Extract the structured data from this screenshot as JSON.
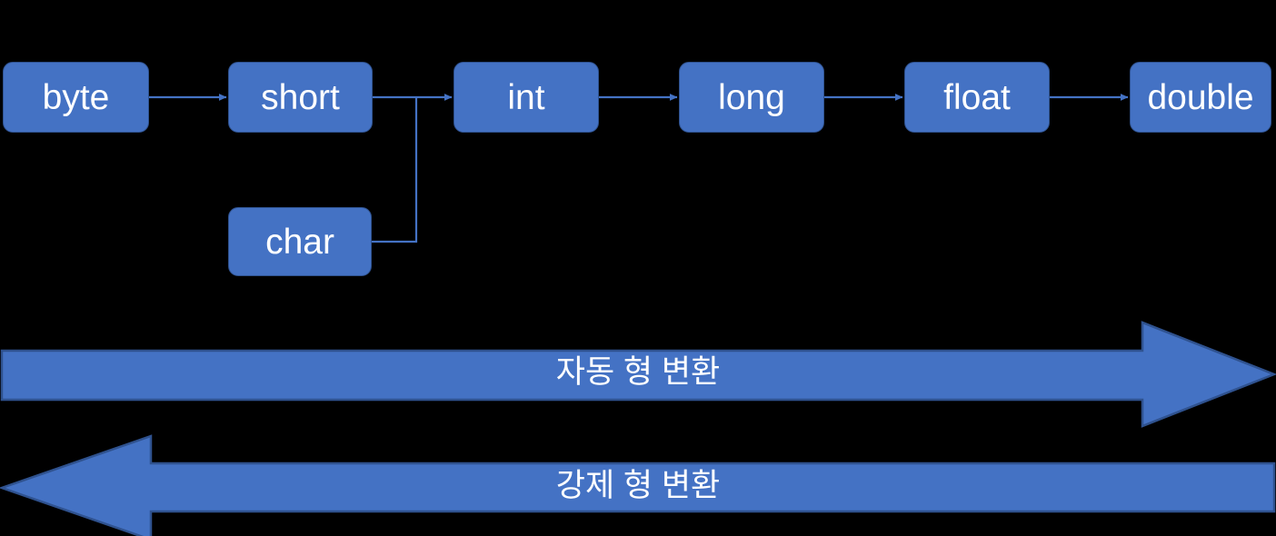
{
  "diagram": {
    "title": "Java primitive type conversion chart",
    "background_color": "#000000",
    "accent_color": "#4472C4",
    "border_color": "#2F528F",
    "text_color": "#FFFFFF",
    "connector_color": "#4472C4"
  },
  "nodes": {
    "primary_row": [
      {
        "id": "byte",
        "label": "byte"
      },
      {
        "id": "short",
        "label": "short"
      },
      {
        "id": "int",
        "label": "int"
      },
      {
        "id": "long",
        "label": "long"
      },
      {
        "id": "float",
        "label": "float"
      },
      {
        "id": "double",
        "label": "double"
      }
    ],
    "secondary_row": [
      {
        "id": "char",
        "label": "char"
      }
    ]
  },
  "edges": [
    {
      "from": "byte",
      "to": "short",
      "kind": "straight-arrow"
    },
    {
      "from": "short",
      "to": "int",
      "kind": "straight-arrow"
    },
    {
      "from": "char",
      "to": "int",
      "kind": "elbow-arrow"
    },
    {
      "from": "int",
      "to": "long",
      "kind": "straight-arrow"
    },
    {
      "from": "long",
      "to": "float",
      "kind": "straight-arrow"
    },
    {
      "from": "float",
      "to": "double",
      "kind": "straight-arrow"
    }
  ],
  "banners": [
    {
      "id": "widening",
      "label": "자동 형 변환",
      "direction": "right"
    },
    {
      "id": "narrowing",
      "label": "강제 형 변환",
      "direction": "left"
    }
  ]
}
